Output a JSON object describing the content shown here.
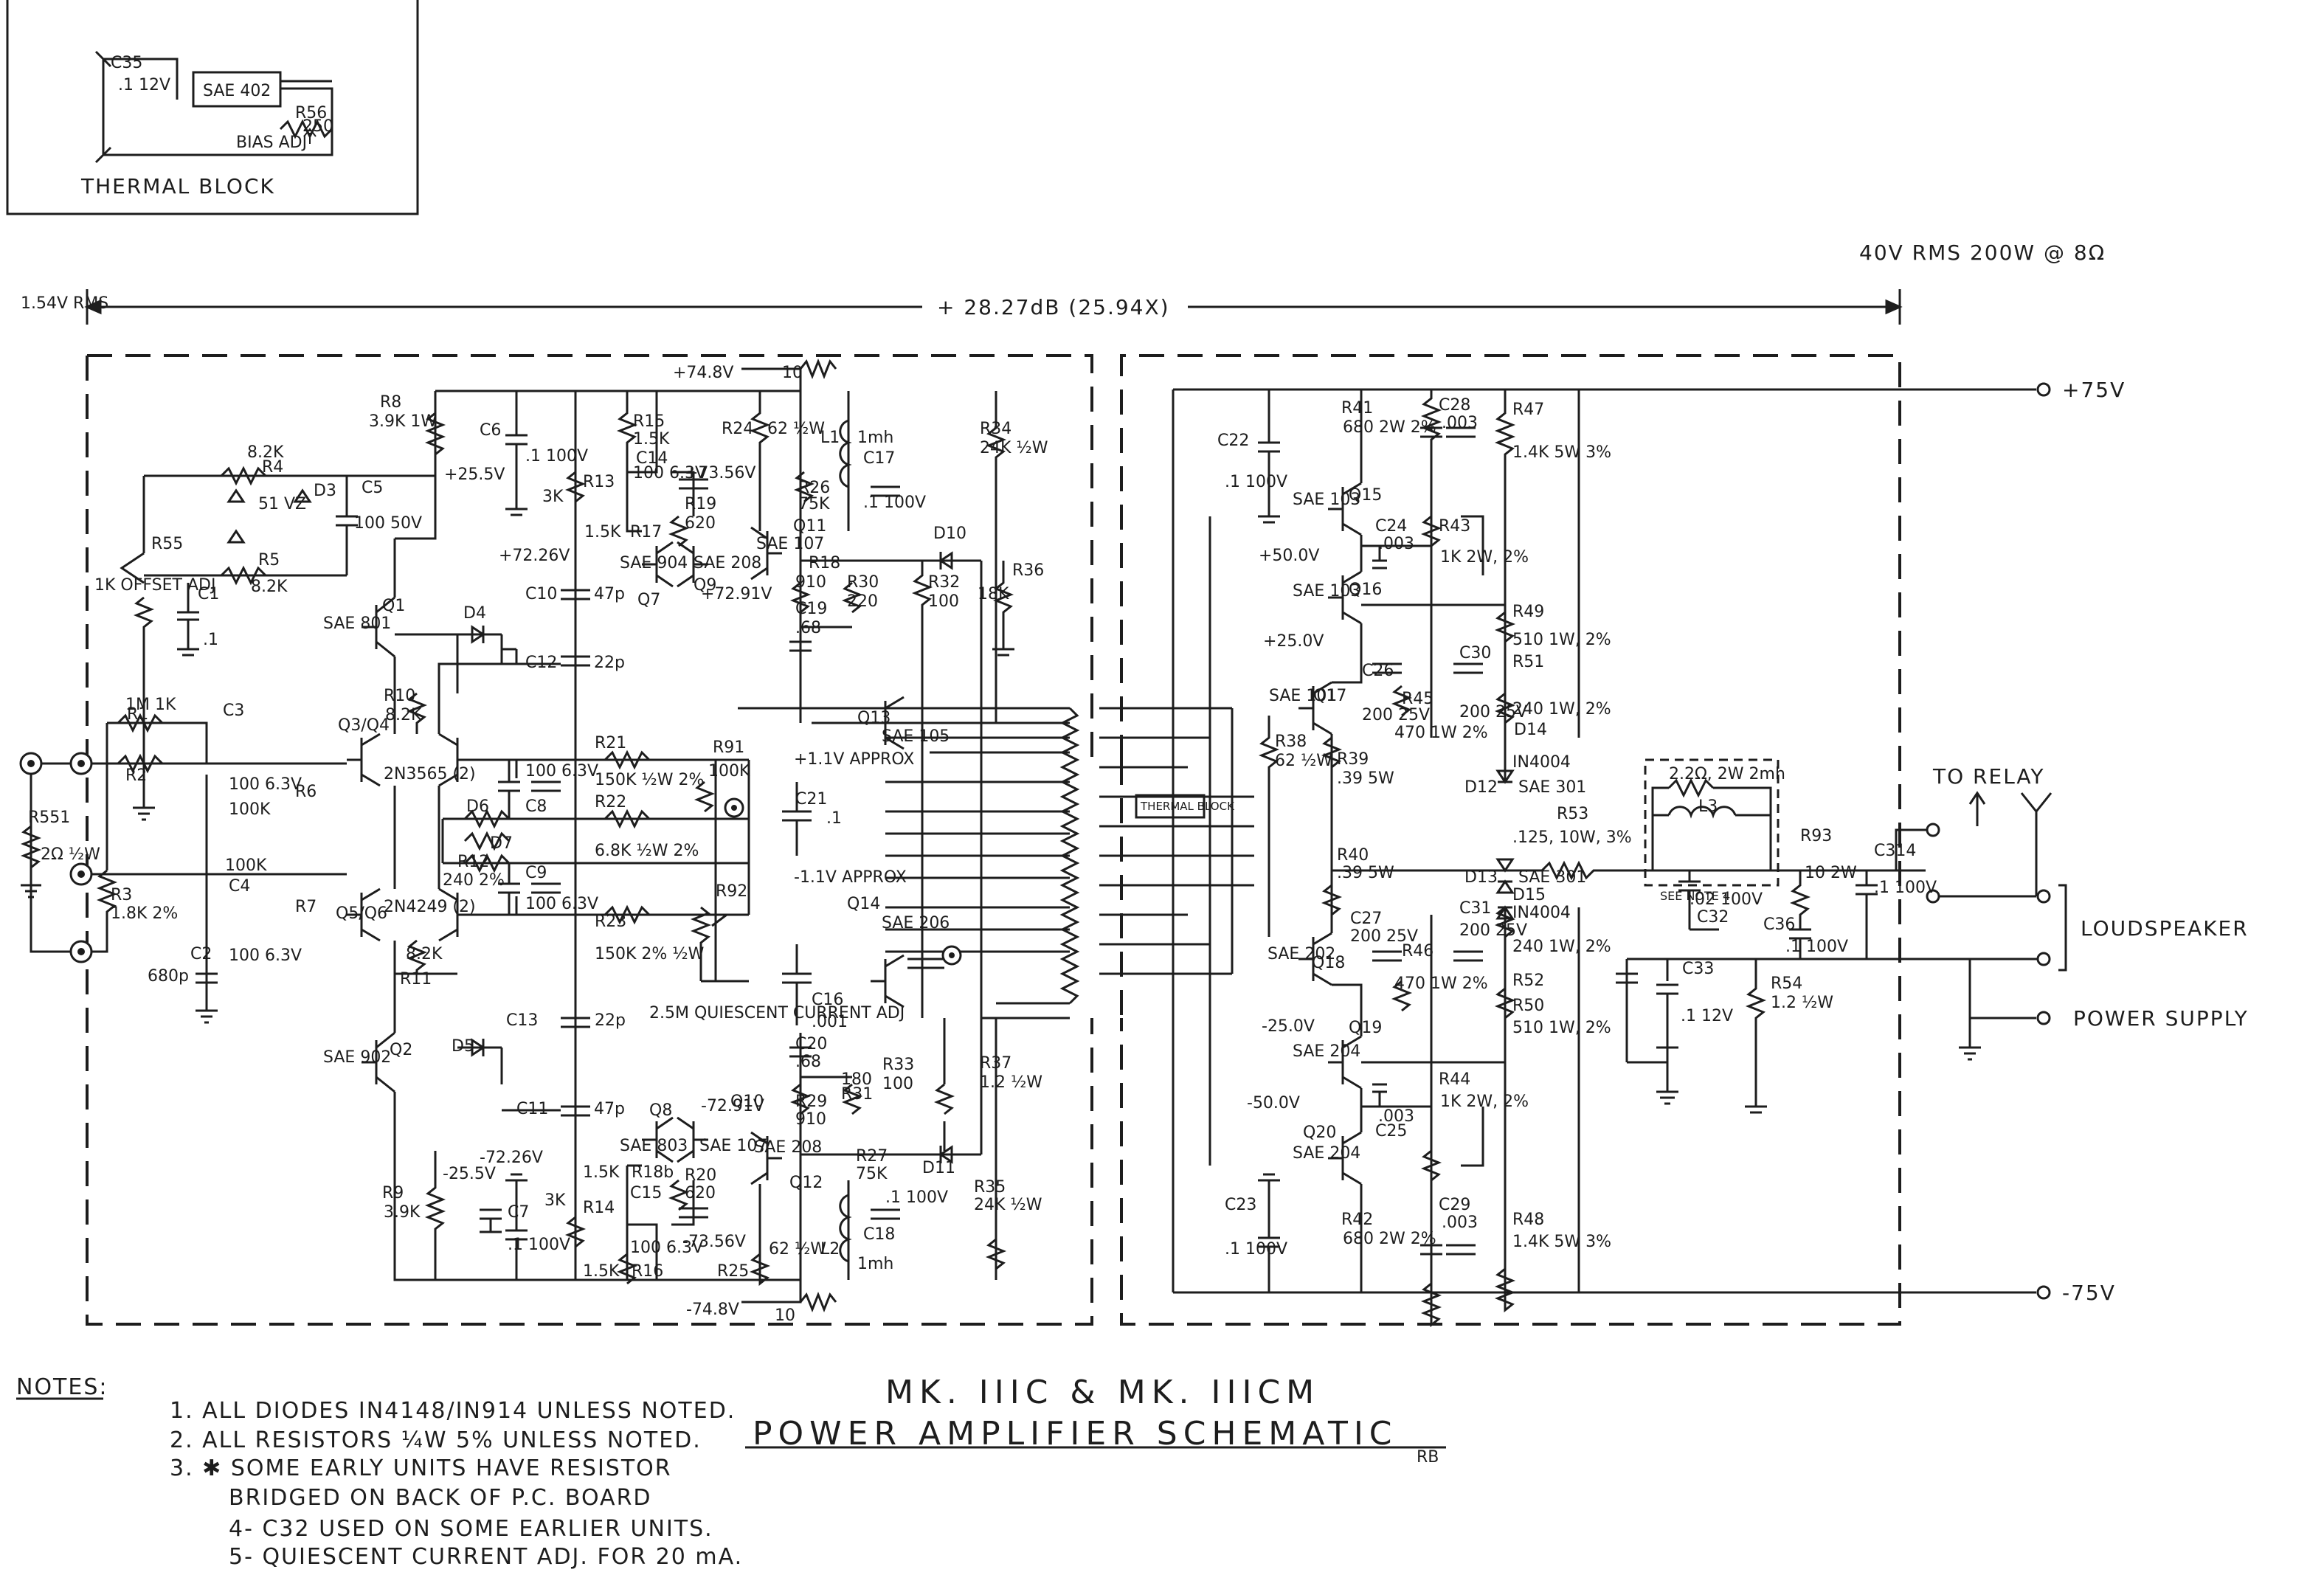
{
  "thermal_block": {
    "title": "THERMAL BLOCK",
    "ic": "SAE 402",
    "cap_name": "C35",
    "cap_value": ".1 12V",
    "pot_name": "R56",
    "pot_value": "250",
    "pot_label": "BIAS ADJ"
  },
  "header": {
    "input_level": "1.54V RMS",
    "gain": "+ 28.27dB (25.94X)",
    "output_level": "40V RMS 200W @ 8Ω"
  },
  "rails": {
    "pos": "+75V",
    "neg": "-75V"
  },
  "outputs": {
    "to_relay": "TO RELAY",
    "loudspeaker": "LOUDSPEAKER",
    "power_supply": "POWER SUPPLY"
  },
  "components": [
    {
      "id": "R8",
      "value": "3.9K 1W"
    },
    {
      "id": "C6",
      "value": ".1 100V"
    },
    {
      "id": "R13",
      "value": "3K"
    },
    {
      "id": "R15",
      "value": "1.5K"
    },
    {
      "id": "C14",
      "value": "100 6.3V"
    },
    {
      "id": "R17",
      "value": "1.5K"
    },
    {
      "id": "R19",
      "value": "620"
    },
    {
      "id": "R24",
      "value": "62 ½W"
    },
    {
      "id": "L1",
      "value": "1mh"
    },
    {
      "id": "C17",
      "value": ".1 100V"
    },
    {
      "id": "R26",
      "value": "75K"
    },
    {
      "id": "R34",
      "value": "24K ½W"
    },
    {
      "id": "R4",
      "value": "8.2K"
    },
    {
      "id": "D3",
      "value": "51 VZ"
    },
    {
      "id": "C5",
      "value": "100 50V"
    },
    {
      "id": "R5",
      "value": "8.2K"
    },
    {
      "id": "R55",
      "value": "1K OFFSET ADJ"
    },
    {
      "id": "C1",
      "value": ".1"
    },
    {
      "id": "Q1",
      "value": "SAE 801"
    },
    {
      "id": "D4",
      "value": ""
    },
    {
      "id": "C10",
      "value": "47p"
    },
    {
      "id": "C12",
      "value": "22p"
    },
    {
      "id": "Q7",
      "value": "SAE 904"
    },
    {
      "id": "Q9",
      "value": "SAE 208"
    },
    {
      "id": "Q11",
      "value": "SAE 107"
    },
    {
      "id": "R18",
      "value": "910"
    },
    {
      "id": "R30",
      "value": "220"
    },
    {
      "id": "C19",
      "value": ".68"
    },
    {
      "id": "R32",
      "value": "100"
    },
    {
      "id": "D10",
      "value": ""
    },
    {
      "id": "R36",
      "value": "18K"
    },
    {
      "id": "R1",
      "value": "1M 1K"
    },
    {
      "id": "C3",
      "value": "100 6.3V"
    },
    {
      "id": "R2",
      "value": ""
    },
    {
      "id": "R6",
      "value": "100K"
    },
    {
      "id": "R10",
      "value": "8.2K"
    },
    {
      "id": "Q3/Q4",
      "value": "2N3565 (2)"
    },
    {
      "id": "C8",
      "value": "100 6.3V"
    },
    {
      "id": "R21",
      "value": "150K ½W 2%"
    },
    {
      "id": "R91",
      "value": "100K"
    },
    {
      "id": "R22",
      "value": "6.8K ½W 2%"
    },
    {
      "id": "D6",
      "value": ""
    },
    {
      "id": "D7",
      "value": ""
    },
    {
      "id": "R12",
      "value": "240 2%"
    },
    {
      "id": "C9",
      "value": "100 6.3V"
    },
    {
      "id": "R23",
      "value": "150K 2% ½W"
    },
    {
      "id": "R92",
      "value": "2.5M QUIESCENT CURRENT ADJ"
    },
    {
      "id": "R551",
      "value": "2Ω ½W"
    },
    {
      "id": "R3",
      "value": "1.8K 2%"
    },
    {
      "id": "C4",
      "value": "100 6.3V"
    },
    {
      "id": "R7",
      "value": "100K"
    },
    {
      "id": "C2",
      "value": "680p"
    },
    {
      "id": "Q5/Q6",
      "value": "2N4249 (2)"
    },
    {
      "id": "R11",
      "value": "8.2K"
    },
    {
      "id": "Q2",
      "value": "SAE 902"
    },
    {
      "id": "D5",
      "value": ""
    },
    {
      "id": "C13",
      "value": "22p"
    },
    {
      "id": "C11",
      "value": "47p"
    },
    {
      "id": "Q8",
      "value": "SAE 803"
    },
    {
      "id": "Q10",
      "value": "SAE 107"
    },
    {
      "id": "Q12",
      "value": "SAE 208"
    },
    {
      "id": "R20",
      "value": "620"
    },
    {
      "id": "R18b",
      "value": "1.5K"
    },
    {
      "id": "C15",
      "value": "100 6.3V"
    },
    {
      "id": "R16",
      "value": "1.5K"
    },
    {
      "id": "R14",
      "value": "3K"
    },
    {
      "id": "C7",
      "value": ".1 100V"
    },
    {
      "id": "R9",
      "value": "3.9K"
    },
    {
      "id": "R25",
      "value": "62 ½W"
    },
    {
      "id": "L2",
      "value": "1mh"
    },
    {
      "id": "C18",
      "value": ".1 100V"
    },
    {
      "id": "R27",
      "value": "75K"
    },
    {
      "id": "R35",
      "value": "24K ½W"
    },
    {
      "id": "C20",
      "value": ".68"
    },
    {
      "id": "R29",
      "value": "910"
    },
    {
      "id": "R31",
      "value": "180"
    },
    {
      "id": "R33",
      "value": "100"
    },
    {
      "id": "D11",
      "value": ""
    },
    {
      "id": "R37",
      "value": "1.2 ½W"
    },
    {
      "id": "C16",
      "value": ".001"
    },
    {
      "id": "C21",
      "value": ".1"
    },
    {
      "id": "Q13",
      "value": "SAE 105"
    },
    {
      "id": "Q14",
      "value": "SAE 206"
    },
    {
      "id": "C22",
      "value": ".1 100V"
    },
    {
      "id": "R41",
      "value": "680 2W 2%"
    },
    {
      "id": "C28",
      "value": ".003"
    },
    {
      "id": "R47",
      "value": "1.4K 5W 3%"
    },
    {
      "id": "Q15",
      "value": "SAE 103"
    },
    {
      "id": "C24",
      "value": ".003"
    },
    {
      "id": "R43",
      "value": "1K 2W, 2%"
    },
    {
      "id": "Q16",
      "value": "SAE 103"
    },
    {
      "id": "R49",
      "value": "510 1W, 2%"
    },
    {
      "id": "C26",
      "value": "200 25V"
    },
    {
      "id": "R45",
      "value": "470 1W 2%"
    },
    {
      "id": "C30",
      "value": "200 25V"
    },
    {
      "id": "R51",
      "value": "240 1W, 2%"
    },
    {
      "id": "Q17",
      "value": "SAE 101"
    },
    {
      "id": "R38",
      "value": "62 ½W"
    },
    {
      "id": "R39",
      "value": ".39 5W"
    },
    {
      "id": "D14",
      "value": "IN4004"
    },
    {
      "id": "D12",
      "value": "SAE 301"
    },
    {
      "id": "R53",
      "value": ".125, 10W, 3%"
    },
    {
      "id": "L3",
      "value": "2.2Ω, 2W 2mh"
    },
    {
      "id": "C32",
      "value": ".02 100V"
    },
    {
      "id": "R93",
      "value": "10 2W"
    },
    {
      "id": "C36",
      "value": ".1 100V"
    },
    {
      "id": "C314",
      "value": ".1 100V"
    },
    {
      "id": "R40",
      "value": ".39 5W"
    },
    {
      "id": "D13",
      "value": "SAE 301"
    },
    {
      "id": "D15",
      "value": "IN4004"
    },
    {
      "id": "C27",
      "value": "200 25V"
    },
    {
      "id": "R46",
      "value": "470 1W 2%"
    },
    {
      "id": "C31",
      "value": "200 25V"
    },
    {
      "id": "R52",
      "value": "240 1W, 2%"
    },
    {
      "id": "Q18",
      "value": "SAE 202"
    },
    {
      "id": "R50",
      "value": "510 1W, 2%"
    },
    {
      "id": "Q19",
      "value": "SAE 204"
    },
    {
      "id": "C25",
      "value": ".003"
    },
    {
      "id": "R44",
      "value": "1K 2W, 2%"
    },
    {
      "id": "Q20",
      "value": "SAE 204"
    },
    {
      "id": "C23",
      "value": ".1 100V"
    },
    {
      "id": "R42",
      "value": "680 2W 2%"
    },
    {
      "id": "C29",
      "value": ".003"
    },
    {
      "id": "R48",
      "value": "1.4K 5W 3%"
    },
    {
      "id": "C33",
      "value": ".1 12V"
    },
    {
      "id": "R54",
      "value": "1.2 ½W"
    }
  ],
  "voltages": {
    "v1": "+74.8V",
    "v2": "+25.5V",
    "v3": "+73.56V",
    "v4": "+72.26V",
    "v5": "+72.91V",
    "v6": "+1.1V APPROX",
    "v7": "-1.1V APPROX",
    "v8": "-72.91V",
    "v9": "-72.26V",
    "v10": "-25.5V",
    "v11": "-73.56V",
    "v12": "-74.8V",
    "v13": "+50.0V",
    "v14": "+25.0V",
    "v15": "-25.0V",
    "v16": "-50.0V",
    "r_top": "10",
    "r_bot": "10"
  },
  "thermal_tag": "THERMAL BLOCK",
  "see_note": "SEE NOTE 4",
  "notes": {
    "heading": "NOTES:",
    "items": [
      "1. ALL DIODES IN4148/IN914 UNLESS NOTED.",
      "2. ALL RESISTORS ¼W 5% UNLESS NOTED.",
      "3. ✱ SOME EARLY UNITS HAVE RESISTOR",
      "BRIDGED ON BACK OF P.C. BOARD",
      "4- C32 USED ON SOME EARLIER UNITS.",
      "5- QUIESCENT CURRENT ADJ. FOR 20 mA."
    ]
  },
  "title": {
    "model": "MK. IIIC & MK. IIICM",
    "name": "POWER AMPLIFIER SCHEMATIC",
    "initials": "RB"
  }
}
